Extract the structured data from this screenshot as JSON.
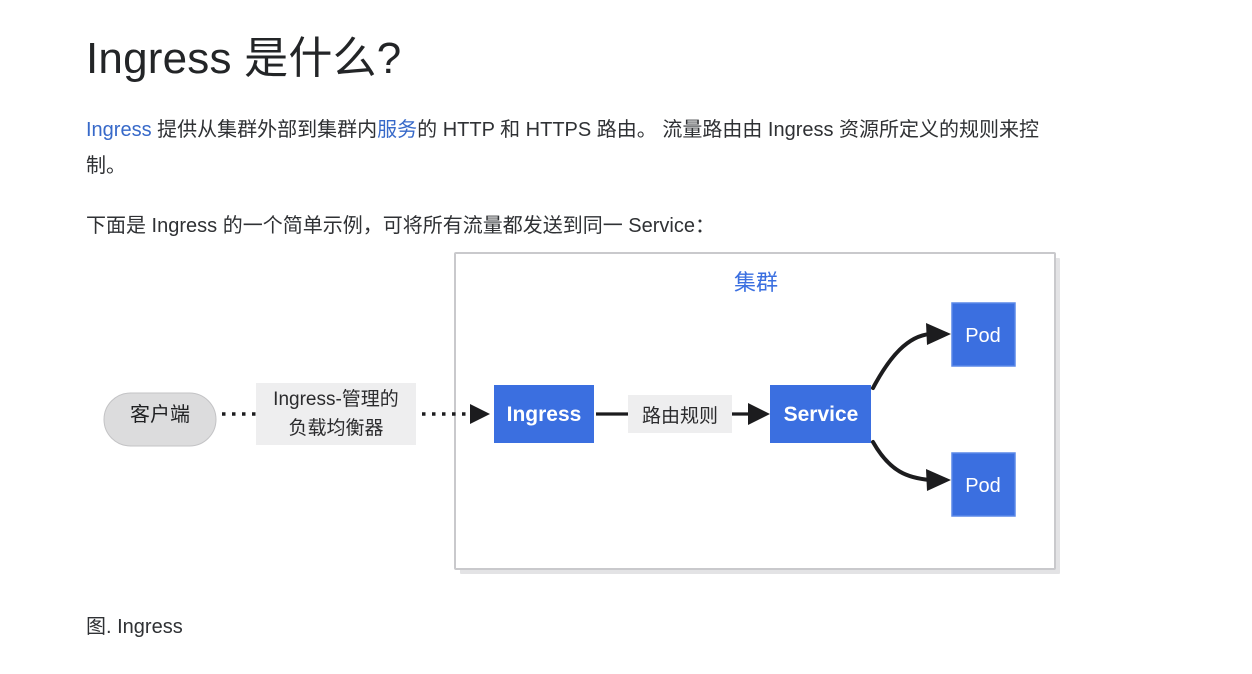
{
  "article": {
    "title": "Ingress 是什么?",
    "paragraph_1": {
      "link_1": "Ingress",
      "text_1": " 提供从集群外部到集群内",
      "link_2": "服务",
      "text_2": "的 HTTP 和 HTTPS 路由。 流量路由由 Ingress 资源所定义的规则来控制。"
    },
    "paragraph_2": "下面是 Ingress 的一个简单示例，可将所有流量都发送到同一 Service：",
    "figure_caption": "图. Ingress"
  },
  "diagram": {
    "cluster_label": "集群",
    "client_label": "客户端",
    "lb_label_line_1": "Ingress-管理的",
    "lb_label_line_2": "负载均衡器",
    "ingress_label": "Ingress",
    "routing_rule_label": "路由规则",
    "service_label": "Service",
    "pod_top_label": "Pod",
    "pod_bottom_label": "Pod"
  },
  "colors": {
    "accent_blue": "#3b6fe0",
    "link_blue": "#3769c9",
    "client_gray": "#dcdcdd",
    "label_gray": "#eeeeef",
    "cluster_border": "#c9c9cc",
    "text_dark": "#2f3134"
  }
}
